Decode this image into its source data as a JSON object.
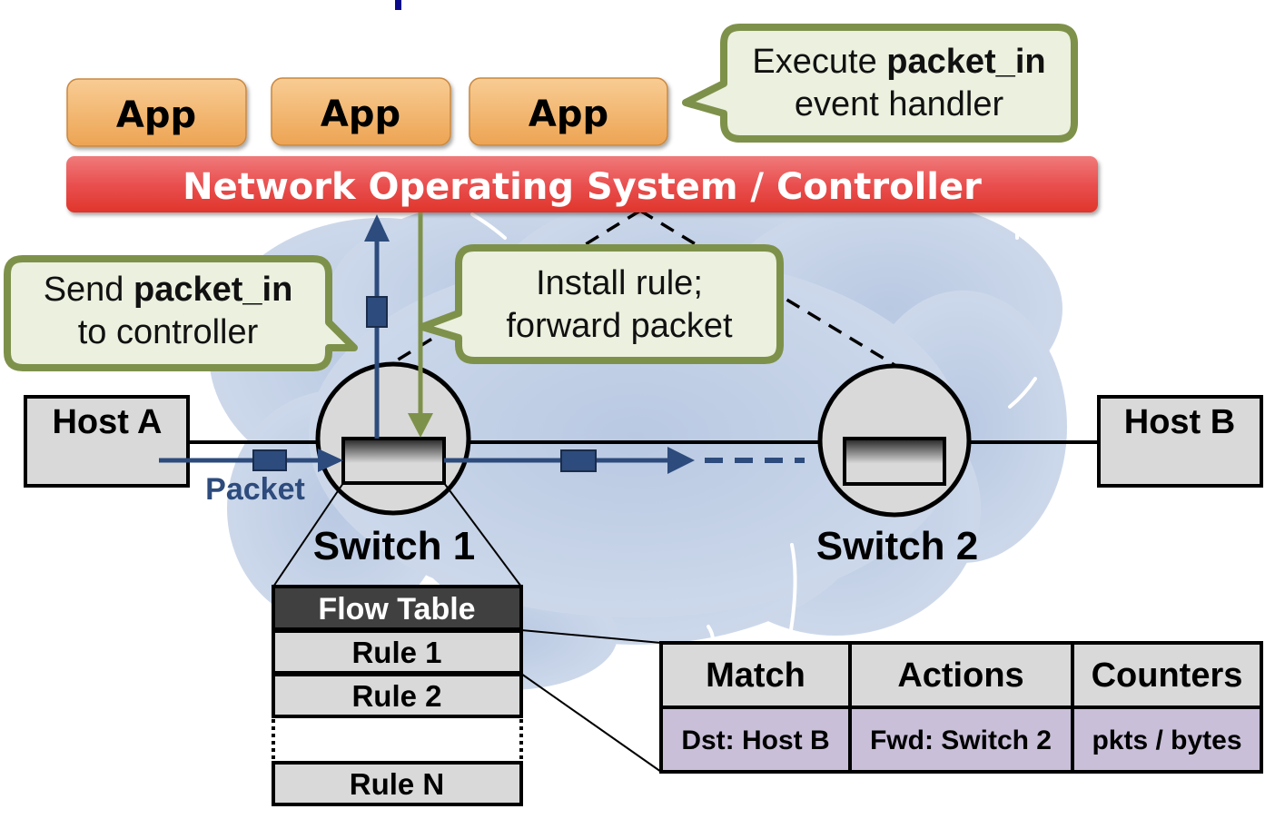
{
  "controller": {
    "apps": [
      {
        "label": "App"
      },
      {
        "label": "App"
      },
      {
        "label": "App"
      }
    ],
    "nos_label": "Network Operating System / Controller"
  },
  "callouts": {
    "execute": {
      "line1_prefix": "Execute ",
      "line1_bold": "packet_in",
      "line2": "event handler"
    },
    "send": {
      "line1_prefix": "Send ",
      "line1_bold": "packet_in",
      "line2": "to controller"
    },
    "install": {
      "line1": "Install rule;",
      "line2": "forward packet"
    }
  },
  "hosts": {
    "a": {
      "label": "Host A"
    },
    "b": {
      "label": "Host B"
    }
  },
  "switches": {
    "s1": {
      "label": "Switch 1"
    },
    "s2": {
      "label": "Switch 2"
    }
  },
  "packet_label": "Packet",
  "flow_table": {
    "header": "Flow Table",
    "rules": [
      "Rule 1",
      "Rule 2",
      "Rule N"
    ]
  },
  "rule_detail": {
    "columns": [
      "Match",
      "Actions",
      "Counters"
    ],
    "values": [
      "Dst: Host B",
      "Fwd: Switch 2",
      "pkts / bytes"
    ]
  },
  "colors": {
    "app_fill_top": "#f7c78c",
    "app_fill_bottom": "#eea85a",
    "nos_fill_top": "#ef7070",
    "nos_fill_bottom": "#e0362c",
    "callout_fill": "#ebf0df",
    "callout_border": "#7e914a",
    "cloud": "#bccbe3",
    "packet_blue": "#2d4b7c",
    "install_green": "#7e914a",
    "device_gray": "#d9d9d9",
    "flow_header": "#404040",
    "detail_values": "#c9bfd8"
  }
}
